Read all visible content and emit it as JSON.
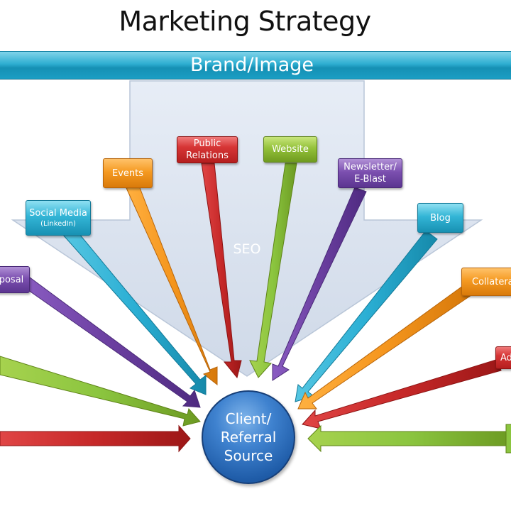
{
  "title": "Marketing Strategy",
  "banner": "Brand/Image",
  "seo_label": "SEO",
  "center": {
    "line1": "Client/",
    "line2": "Referral",
    "line3": "Source"
  },
  "channels": [
    {
      "label": "Public",
      "label2": "Relations",
      "color": "red"
    },
    {
      "label": "Website",
      "color": "green"
    },
    {
      "label": "Events",
      "color": "orange"
    },
    {
      "label": "Newsletter/",
      "label2": "E-Blast",
      "color": "purple"
    },
    {
      "label": "Social Media",
      "sub": "(LinkedIn)",
      "color": "teal"
    },
    {
      "label": "Blog",
      "color": "teal"
    },
    {
      "label": "posal",
      "color": "purple"
    },
    {
      "label": "Collatera",
      "color": "orange"
    },
    {
      "label": "Ad",
      "color": "red"
    }
  ],
  "colors": {
    "banner": "#1a9ec4",
    "seo_arrow": "#d6e0ee",
    "client_circle": "#2a6cbf",
    "red": "#c62828",
    "green": "#8bc53f",
    "orange": "#f5961e",
    "teal": "#2bafd4",
    "purple": "#6b3fa0"
  }
}
